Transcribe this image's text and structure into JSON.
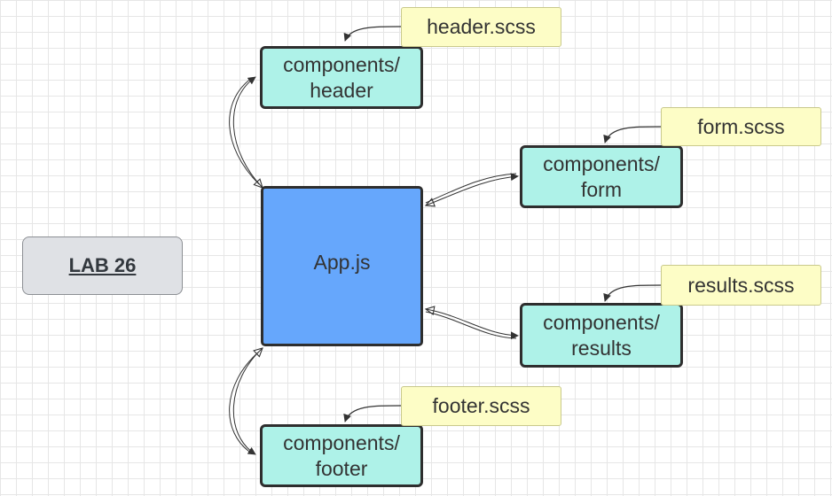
{
  "title_box": {
    "label": "LAB 26"
  },
  "app": {
    "label": "App.js"
  },
  "components": {
    "header": {
      "line1": "components/",
      "line2": "header"
    },
    "form": {
      "line1": "components/",
      "line2": "form"
    },
    "results": {
      "line1": "components/",
      "line2": "results"
    },
    "footer": {
      "line1": "components/",
      "line2": "footer"
    }
  },
  "styles": {
    "header": "header.scss",
    "form": "form.scss",
    "results": "results.scss",
    "footer": "footer.scss"
  },
  "colors": {
    "component_fill": "#aef2e8",
    "note_fill": "#fdfdc6",
    "app_fill": "#66a7fc",
    "title_fill": "#dfe1e5",
    "border": "#2e2e2e"
  }
}
